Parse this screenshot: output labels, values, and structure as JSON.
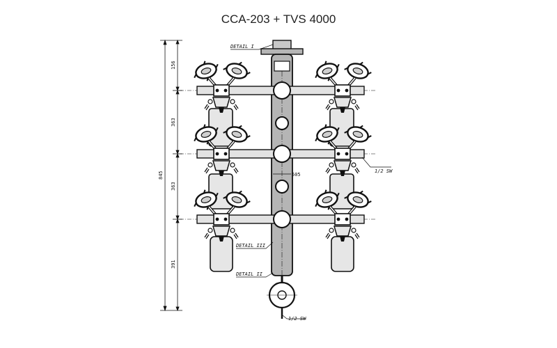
{
  "title": "CCA-203 + TVS 4000",
  "labels": {
    "detail_1": "DETAIL I",
    "detail_2": "DETAIL II",
    "detail_3": "DETAIL III",
    "pipe_size_right": "1/2 SW",
    "pipe_size_bottom": "1/2 SW",
    "center_dim": "505"
  },
  "dimensions": {
    "overall": "845",
    "seg_top": "156",
    "seg_2": "363",
    "seg_3": "363",
    "seg_bottom": "391"
  },
  "colors": {
    "line": "#111111",
    "fill_dark": "#b5b5b5",
    "fill_light": "#e2e2e2",
    "text": "#222222"
  }
}
